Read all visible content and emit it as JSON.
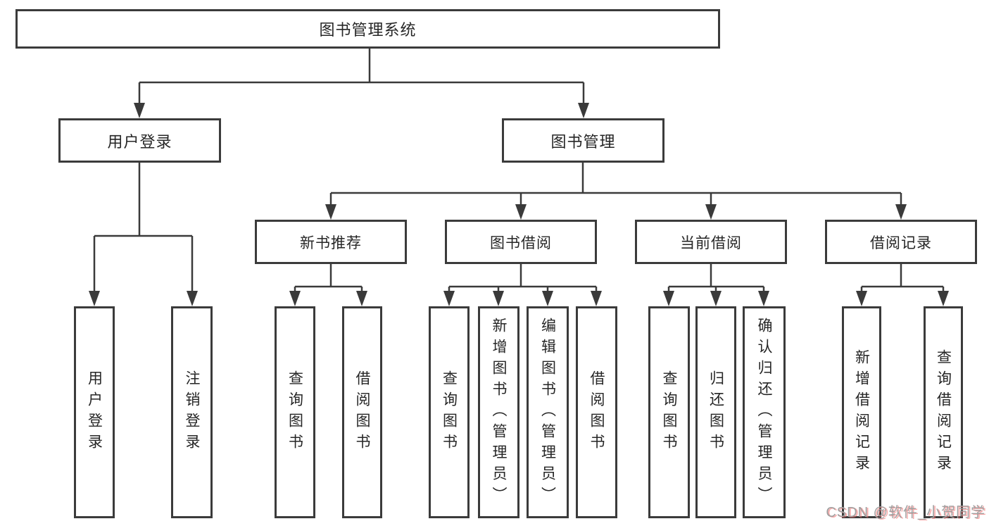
{
  "nodes": {
    "root": "图书管理系统",
    "user_login": "用户登录",
    "book_mgmt": "图书管理",
    "new_book_rec": "新书推荐",
    "book_borrow": "图书借阅",
    "current_borrow": "当前借阅",
    "borrow_record": "借阅记录"
  },
  "leaves": {
    "user_login": "用户登录",
    "logout": "注销登录",
    "nbr_query_books": "查询图书",
    "nbr_borrow_books": "借阅图书",
    "bb_query_books": "查询图书",
    "bb_add_books_admin": "新增图书（管理员）",
    "bb_edit_books_admin": "编辑图书（管理员）",
    "bb_borrow_books": "借阅图书",
    "cb_query_books": "查询图书",
    "cb_return_books": "归还图书",
    "cb_confirm_return_admin": "确认归还（管理员）",
    "br_add_record": "新增借阅记录",
    "br_query_record": "查询借阅记录"
  },
  "watermark": {
    "text": "CSDN @软件_小贺同学"
  },
  "colors": {
    "line": "#3a3a3a",
    "box_border": "#3b3b3b",
    "text": "#262626",
    "background": "#ffffff",
    "watermark": "#a0a0a0",
    "watermark_shadow": "#f47070"
  }
}
